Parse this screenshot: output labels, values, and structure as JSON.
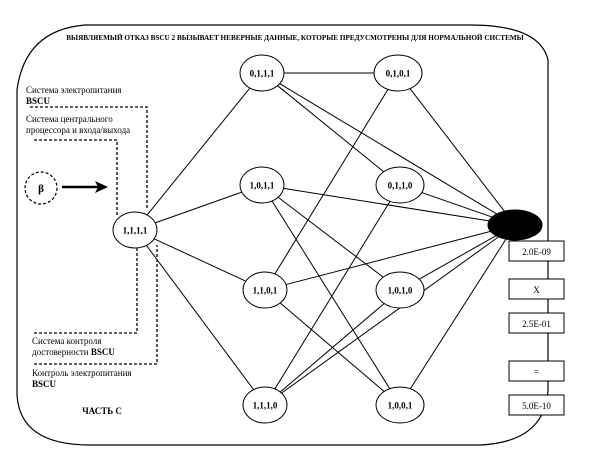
{
  "title": "ВЫЯВЛЯЕМЫЙ ОТКАЗ BSCU 2 ВЫЗЫВАЕТ НЕВЕРНЫЕ ДАННЫЕ, КОТОРЫЕ ПРЕДУСМОТРЕНЫ ДЛЯ НОРМАЛЬНОЙ СИСТЕМЫ",
  "part_label": "ЧАСТЬ С",
  "beta_symbol": "β",
  "annotations": {
    "power_system_line1": "Система электропитания",
    "power_system_line2": "BSCU",
    "cpu_io_line1": "Система центрального",
    "cpu_io_line2": "процессора и входа/выхода",
    "validity_line1": "Система  контроля",
    "validity_line2_prefix": "достоверности ",
    "validity_line2_bold": "BSCU",
    "power_monitor_line1": "Контроль электропитания",
    "power_monitor_line2": "BSCU"
  },
  "nodes": [
    {
      "id": "n1111",
      "label": "1,1,1,1"
    },
    {
      "id": "n0111",
      "label": "0,1,1,1"
    },
    {
      "id": "n1011",
      "label": "1,0,1,1"
    },
    {
      "id": "n1101",
      "label": "1,1,0,1"
    },
    {
      "id": "n1110",
      "label": "1,1,1,0"
    },
    {
      "id": "n0101",
      "label": "0,1,0,1"
    },
    {
      "id": "n0110",
      "label": "0,1,1,0"
    },
    {
      "id": "n1010",
      "label": "1,0,1,0"
    },
    {
      "id": "n1001",
      "label": "1,0,0,1"
    },
    {
      "id": "failure",
      "label": ""
    }
  ],
  "edges": [
    [
      "n1111",
      "n0111"
    ],
    [
      "n1111",
      "n1011"
    ],
    [
      "n1111",
      "n1101"
    ],
    [
      "n1111",
      "n1110"
    ],
    [
      "n0111",
      "n0101"
    ],
    [
      "n0111",
      "n0110"
    ],
    [
      "n0111",
      "failure"
    ],
    [
      "n1011",
      "failure"
    ],
    [
      "n1011",
      "n1010"
    ],
    [
      "n1011",
      "n1001"
    ],
    [
      "n1101",
      "n0101"
    ],
    [
      "n1101",
      "failure"
    ],
    [
      "n1101",
      "n1001"
    ],
    [
      "n1110",
      "n0110"
    ],
    [
      "n1110",
      "n1010"
    ],
    [
      "n1110",
      "failure"
    ],
    [
      "n0101",
      "failure"
    ],
    [
      "n0110",
      "failure"
    ],
    [
      "n1010",
      "failure"
    ],
    [
      "n1001",
      "failure"
    ]
  ],
  "calculation": {
    "value1": "2.0E-09",
    "operator": "X",
    "value2": "2.5E-01",
    "equals": "=",
    "result": "5.0E-10"
  }
}
